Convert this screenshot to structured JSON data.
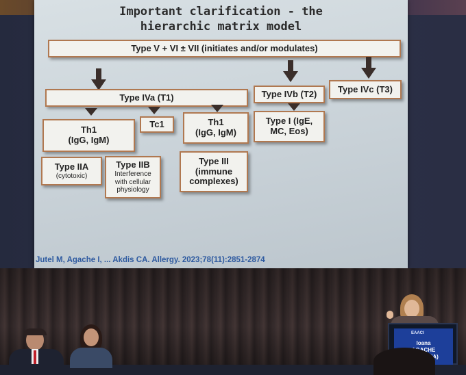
{
  "slide": {
    "title_line1": "Important clarification - the",
    "title_line2": "hierarchic matrix model",
    "boxes": {
      "top": "Type V + VI ± VII (initiates and/or modulates)",
      "iva": "Type IVa (T1)",
      "ivb": "Type IVb (T2)",
      "ivc": "Type IVc (T3)",
      "th1_left_1": "Th1",
      "th1_left_2": "(IgG, IgM)",
      "tc1": "Tc1",
      "th1_mid_1": "Th1",
      "th1_mid_2": "(IgG, IgM)",
      "type1_1": "Type I (IgE,",
      "type1_2": "MC, Eos)",
      "iia_1": "Type IIA",
      "iia_2": "(cytotoxic)",
      "iib_1": "Type IIB",
      "iib_2": "Interference",
      "iib_3": "with cellular",
      "iib_4": "physiology",
      "iii_1": "Type III",
      "iii_2": "(immune",
      "iii_3": "complexes)"
    },
    "citation": "Jutel M, Agache I, ... Akdis CA. Allergy. 2023;78(11):2851-2874"
  },
  "podium": {
    "logo": "EAACI",
    "name_line1": "Ioana",
    "name_line2": "AGACHE",
    "name_line3": "(ROMANIA)"
  },
  "colors": {
    "box_border": "#b07850",
    "arrow": "#3a2e2a",
    "citation": "#2e5aa0",
    "slide_bg": "#d0d8dc"
  }
}
